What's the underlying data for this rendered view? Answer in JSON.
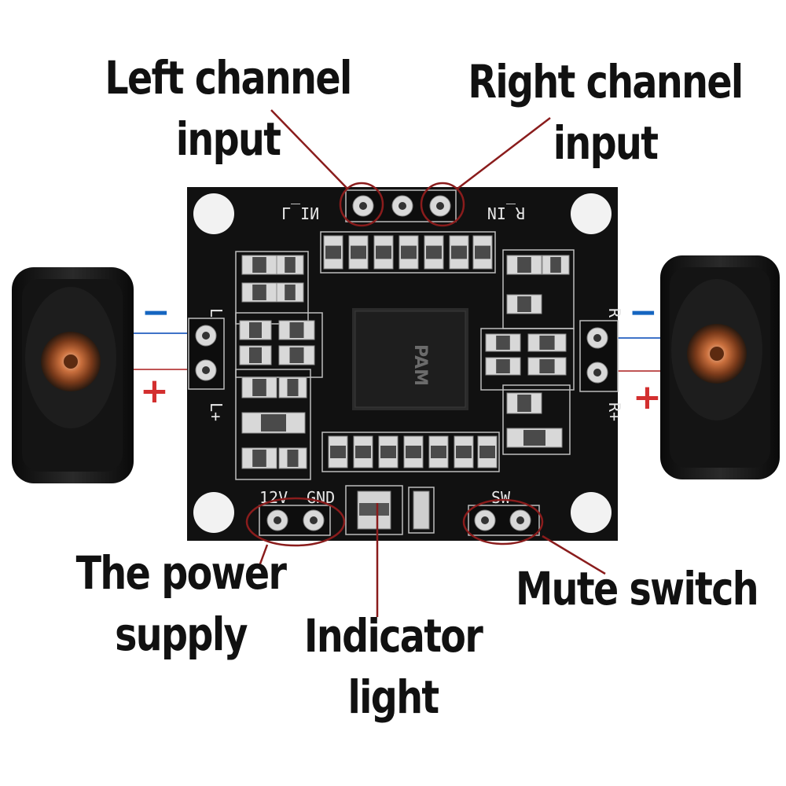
{
  "callouts": {
    "left_input": [
      "Left channel",
      "input"
    ],
    "right_input": [
      "Right channel",
      "input"
    ],
    "power": [
      "The power",
      "supply"
    ],
    "indicator": [
      "Indicator",
      "light"
    ],
    "mute": "Mute switch"
  },
  "silkscreen": {
    "l_in": "L_IN",
    "r_in": "R_IN",
    "l_minus": "L-",
    "l_plus": "L+",
    "r_minus": "R-",
    "r_plus": "R+",
    "v12": "12V",
    "gnd": "GND",
    "sw": "SW",
    "chip": "PAM"
  },
  "polarity": {
    "minus": "−",
    "plus": "+"
  },
  "colors": {
    "board": "#111111",
    "callout_line": "#8a1c1c",
    "minus": "#1565c0",
    "plus": "#d32f2f",
    "component_body": "#d8d8d8",
    "speaker_cone": "#c96f3d"
  }
}
